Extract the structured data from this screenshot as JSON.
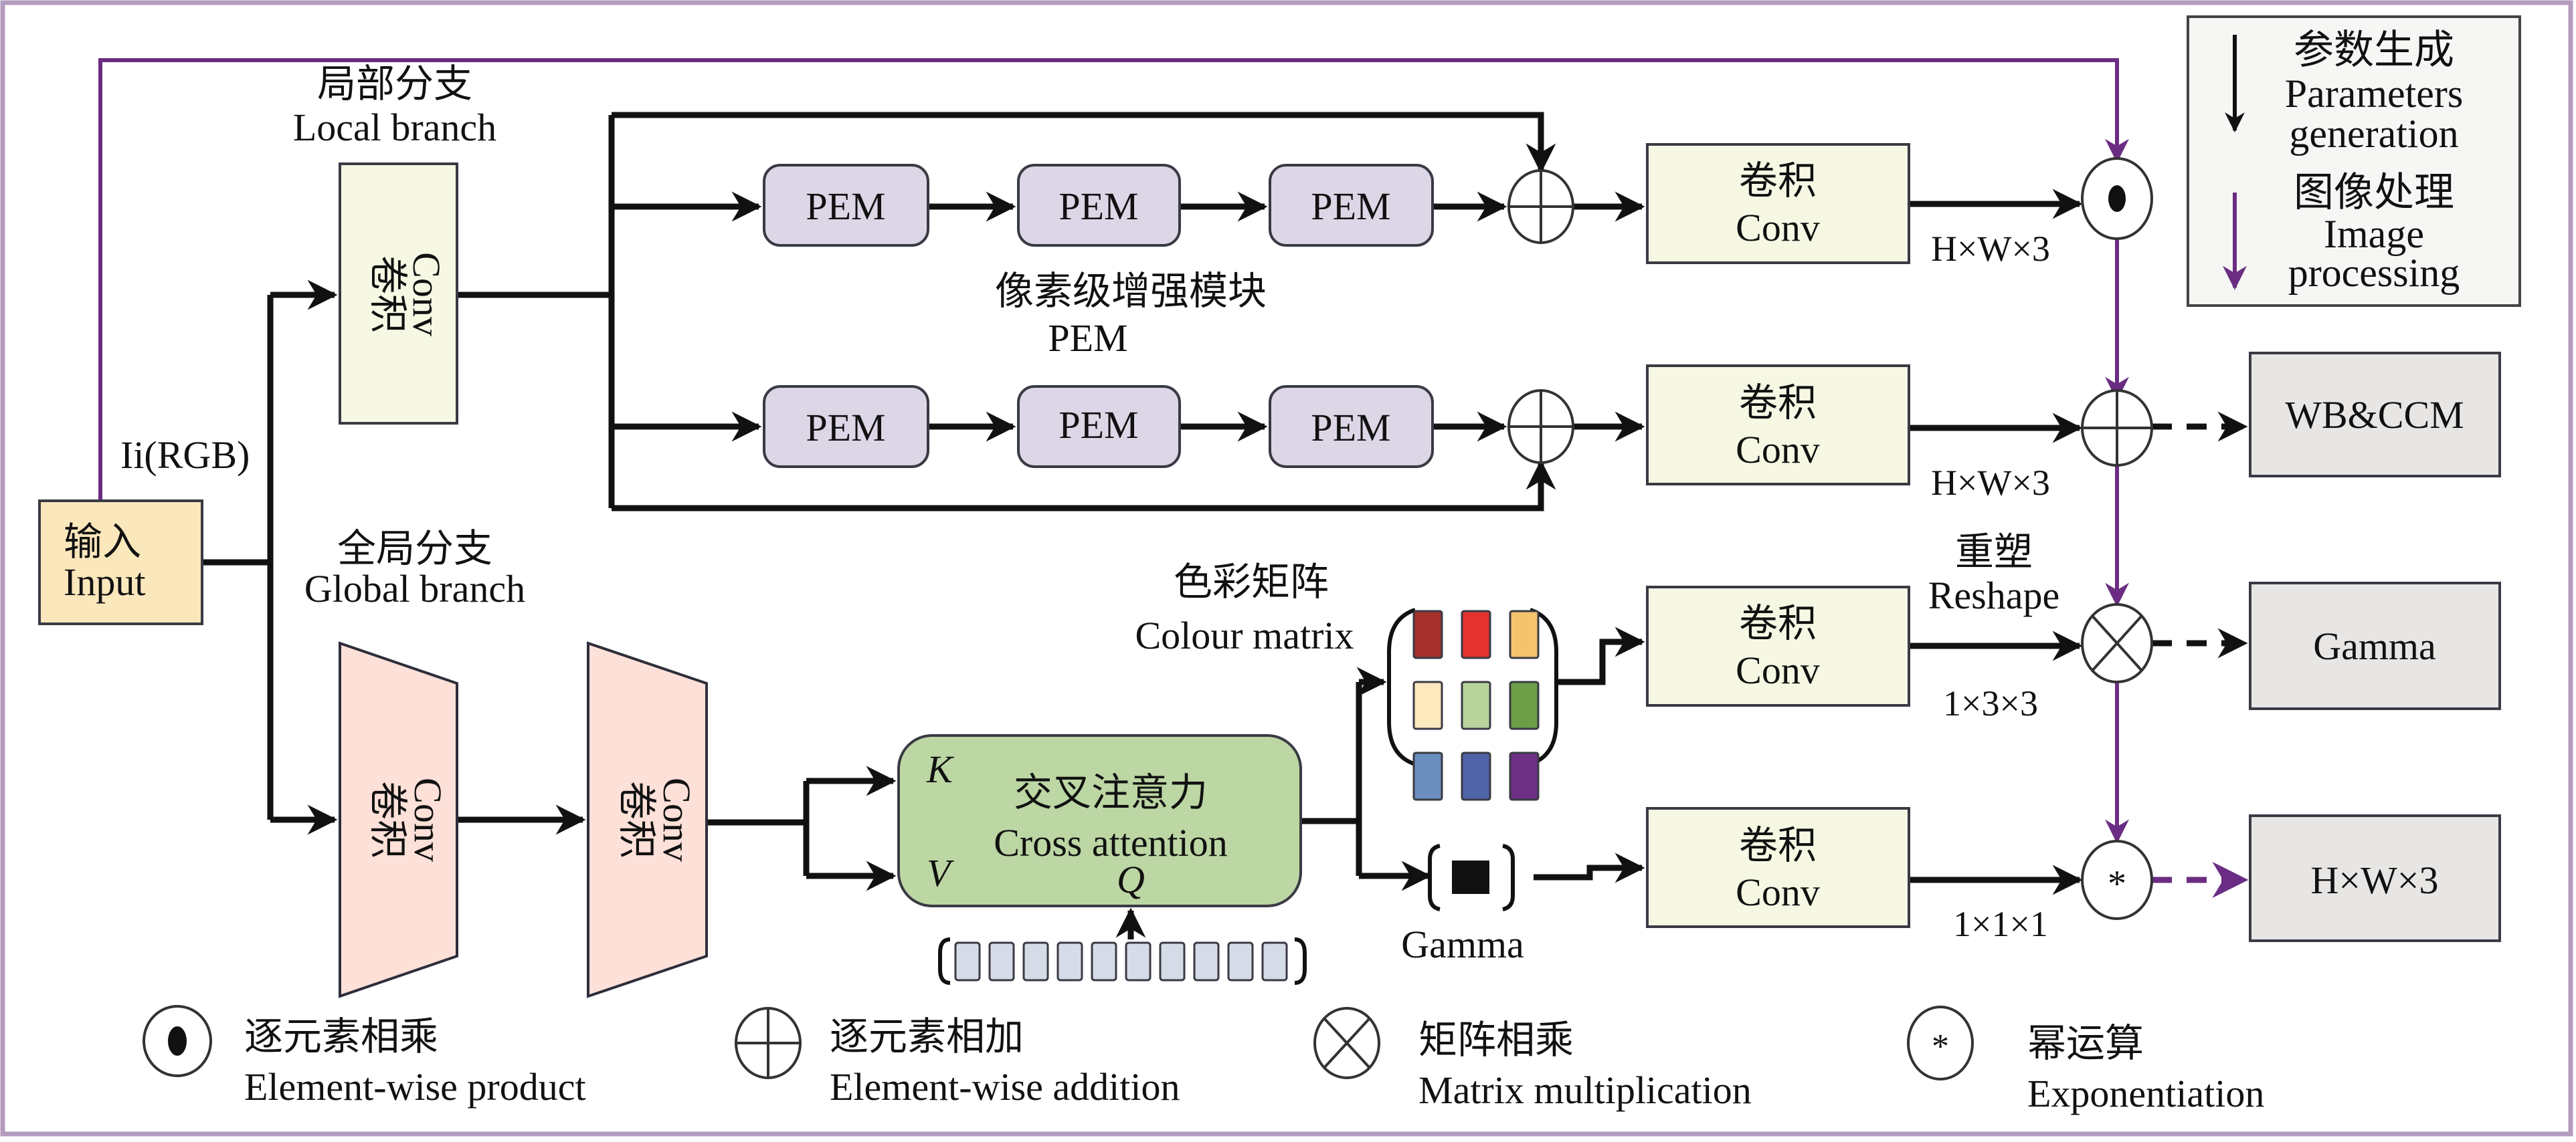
{
  "legend_top": {
    "black_arrow": {
      "zh": "参数生成",
      "en_line1": "Parameters",
      "en_line2": "generation",
      "color": "#111111"
    },
    "purple_arrow": {
      "zh": "图像处理",
      "en_line1": "Image",
      "en_line2": "processing",
      "color": "#6a2d83"
    }
  },
  "input": {
    "zh": "输入",
    "en": "Input",
    "signal": "Ii(RGB)"
  },
  "local_branch": {
    "zh": "局部分支",
    "en": "Local branch"
  },
  "global_branch": {
    "zh": "全局分支",
    "en": "Global branch"
  },
  "conv": {
    "zh": "卷积",
    "en": "Conv"
  },
  "pem": {
    "label": "PEM",
    "caption_zh": "像素级增强模块",
    "caption_en": "PEM"
  },
  "cross_attention": {
    "zh": "交叉注意力",
    "en": "Cross attention",
    "k": "K",
    "v": "V",
    "q": "Q",
    "token_count": 10
  },
  "colour_matrix": {
    "zh": "色彩矩阵",
    "en": "Colour matrix",
    "cells": [
      "#a6302b",
      "#e4332e",
      "#f4c46c",
      "#fde9be",
      "#b8d49c",
      "#6c9e48",
      "#6a8fbe",
      "#4f64a6",
      "#6d2f84"
    ]
  },
  "gamma_param": {
    "label": "Gamma"
  },
  "reshape": {
    "zh": "重塑",
    "en": "Reshape"
  },
  "dims": {
    "hw3_a": "H×W×3",
    "hw3_b": "H×W×3",
    "m133": "1×3×3",
    "m111": "1×1×1"
  },
  "outputs": {
    "wbccm": "WB&CCM",
    "gamma": "Gamma",
    "hw3": "H×W×3"
  },
  "legend_bottom": [
    {
      "symbol": "element-wise-product",
      "zh": "逐元素相乘",
      "en": "Element-wise product"
    },
    {
      "symbol": "element-wise-addition",
      "zh": "逐元素相加",
      "en": "Element-wise addition"
    },
    {
      "symbol": "matrix-multiplication",
      "zh": "矩阵相乘",
      "en": "Matrix multiplication"
    },
    {
      "symbol": "exponentiation",
      "zh": "幂运算",
      "en": "Exponentiation"
    }
  ]
}
